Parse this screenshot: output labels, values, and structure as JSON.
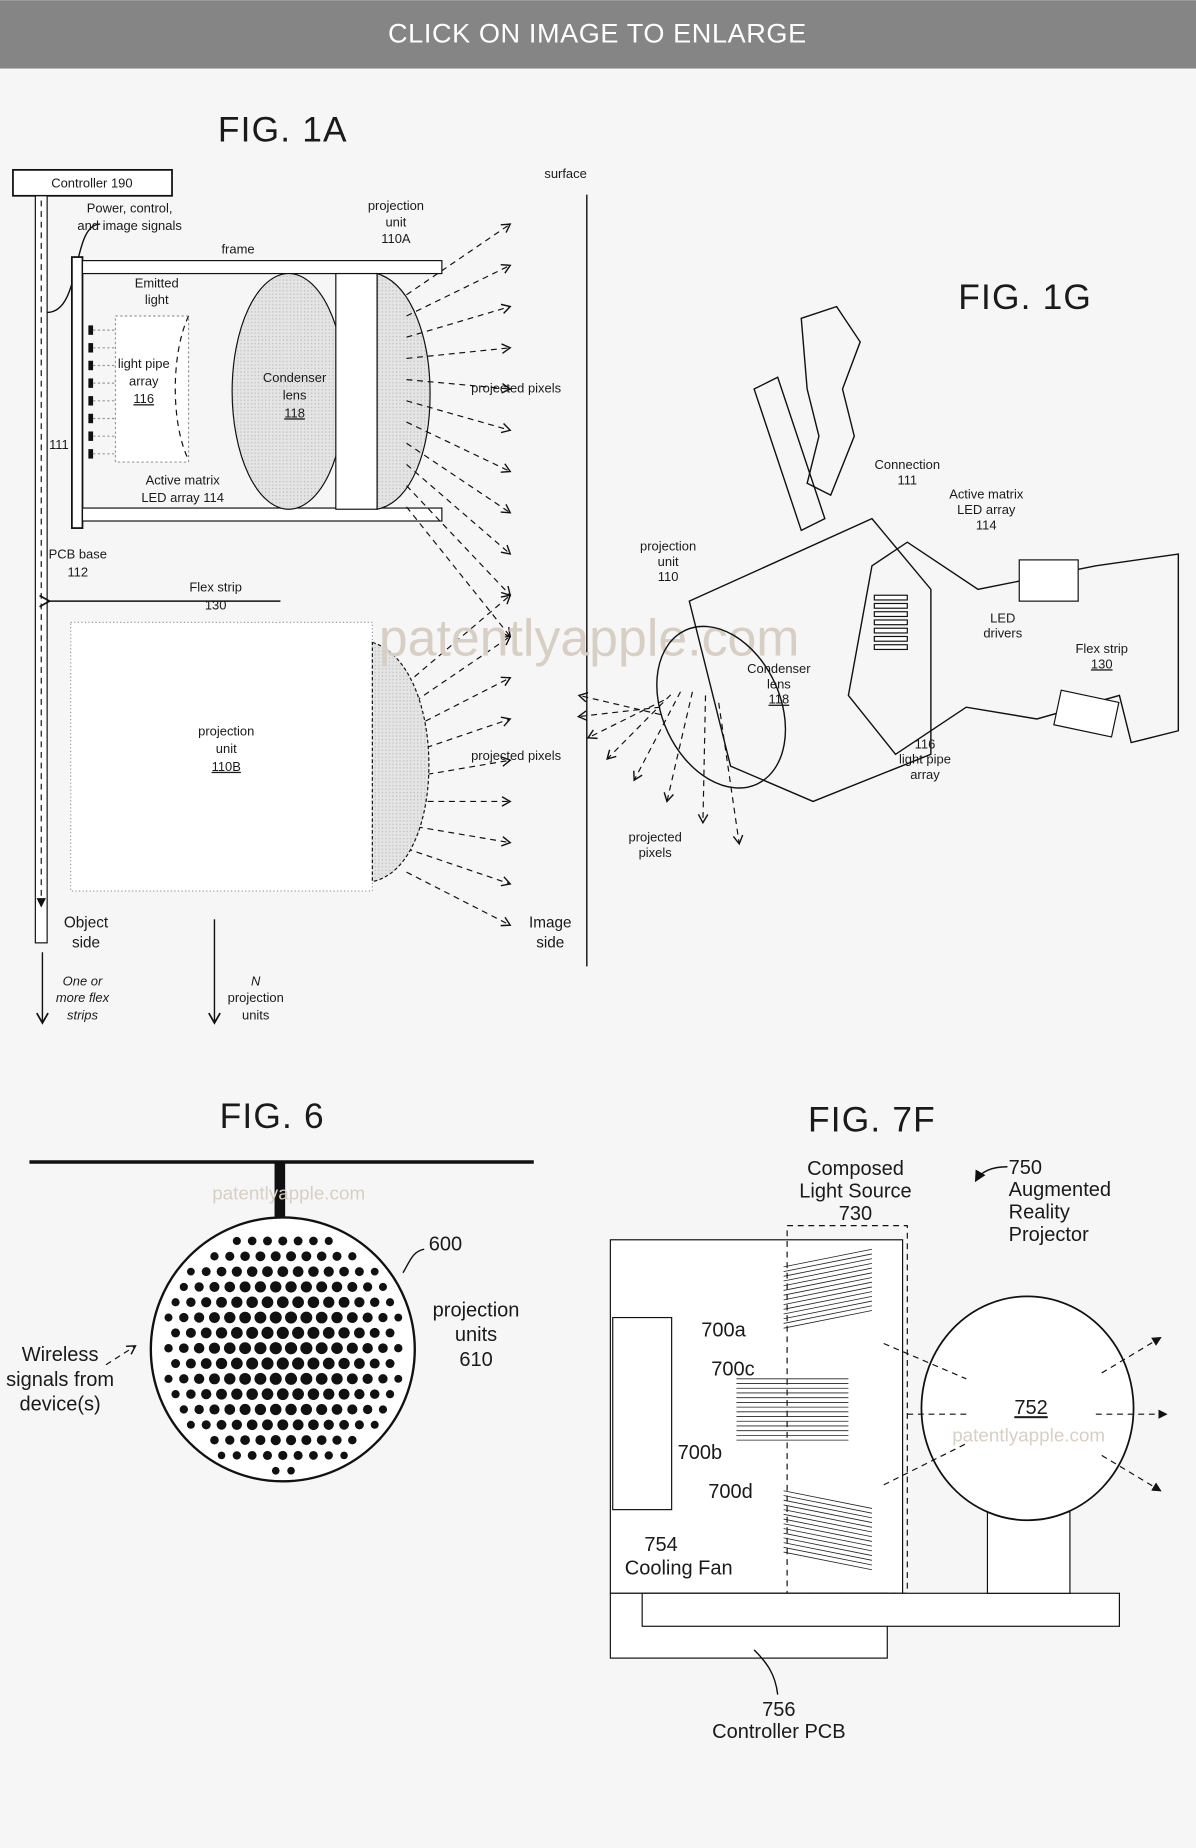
{
  "banner": {
    "text": "CLICK ON IMAGE TO ENLARGE"
  },
  "watermark": "patentlyapple.com",
  "fig1a": {
    "title": "FIG. 1A",
    "controller": "Controller 190",
    "signals": [
      "Power, control,",
      "and image signals"
    ],
    "frame": "frame",
    "projection_unit_a": [
      "projection",
      "unit",
      "110A"
    ],
    "surface": "surface",
    "emitted_light": [
      "Emitted",
      "light"
    ],
    "light_pipe": [
      "light pipe",
      "array",
      "116"
    ],
    "condenser": [
      "Condenser",
      "lens",
      "118"
    ],
    "projected_pixels": "projected pixels",
    "led_array": [
      "Active matrix",
      "LED array 114"
    ],
    "connection": "111",
    "pcb_base": [
      "PCB base",
      "112"
    ],
    "flex_strip": [
      "Flex strip",
      "130"
    ],
    "projection_unit_b": [
      "projection",
      "unit",
      "110B"
    ],
    "projected_pixels_b": "projected pixels",
    "object_side": [
      "Object",
      "side"
    ],
    "image_side": [
      "Image",
      "side"
    ],
    "more_strips": [
      "One or",
      "more flex",
      "strips"
    ],
    "n_units": [
      "N",
      "projection",
      "units"
    ]
  },
  "fig1g": {
    "title": "FIG. 1G",
    "connection": [
      "Connection",
      "111"
    ],
    "led_array": [
      "Active matrix",
      "LED array",
      "114"
    ],
    "projection_unit": [
      "projection",
      "unit",
      "110"
    ],
    "led_drivers": [
      "LED",
      "drivers"
    ],
    "flex_strip": [
      "Flex strip",
      "130"
    ],
    "condenser": [
      "Condenser",
      "lens",
      "118"
    ],
    "light_pipe": [
      "116",
      "light pipe",
      "array"
    ],
    "projected_pixels": [
      "projected",
      "pixels"
    ]
  },
  "fig6": {
    "title": "FIG. 6",
    "ref": "600",
    "units": [
      "projection",
      "units",
      "610"
    ],
    "wireless": [
      "Wireless",
      "signals from",
      "device(s)"
    ]
  },
  "fig7f": {
    "title": "FIG. 7F",
    "light_source": [
      "Composed",
      "Light Source",
      "730"
    ],
    "projector": [
      "750",
      "Augmented",
      "Reality",
      "Projector"
    ],
    "a": "700a",
    "c": "700c",
    "b": "700b",
    "d": "700d",
    "lens": "752",
    "fan": [
      "754",
      "Cooling Fan"
    ],
    "pcb": [
      "756",
      "Controller PCB"
    ]
  }
}
